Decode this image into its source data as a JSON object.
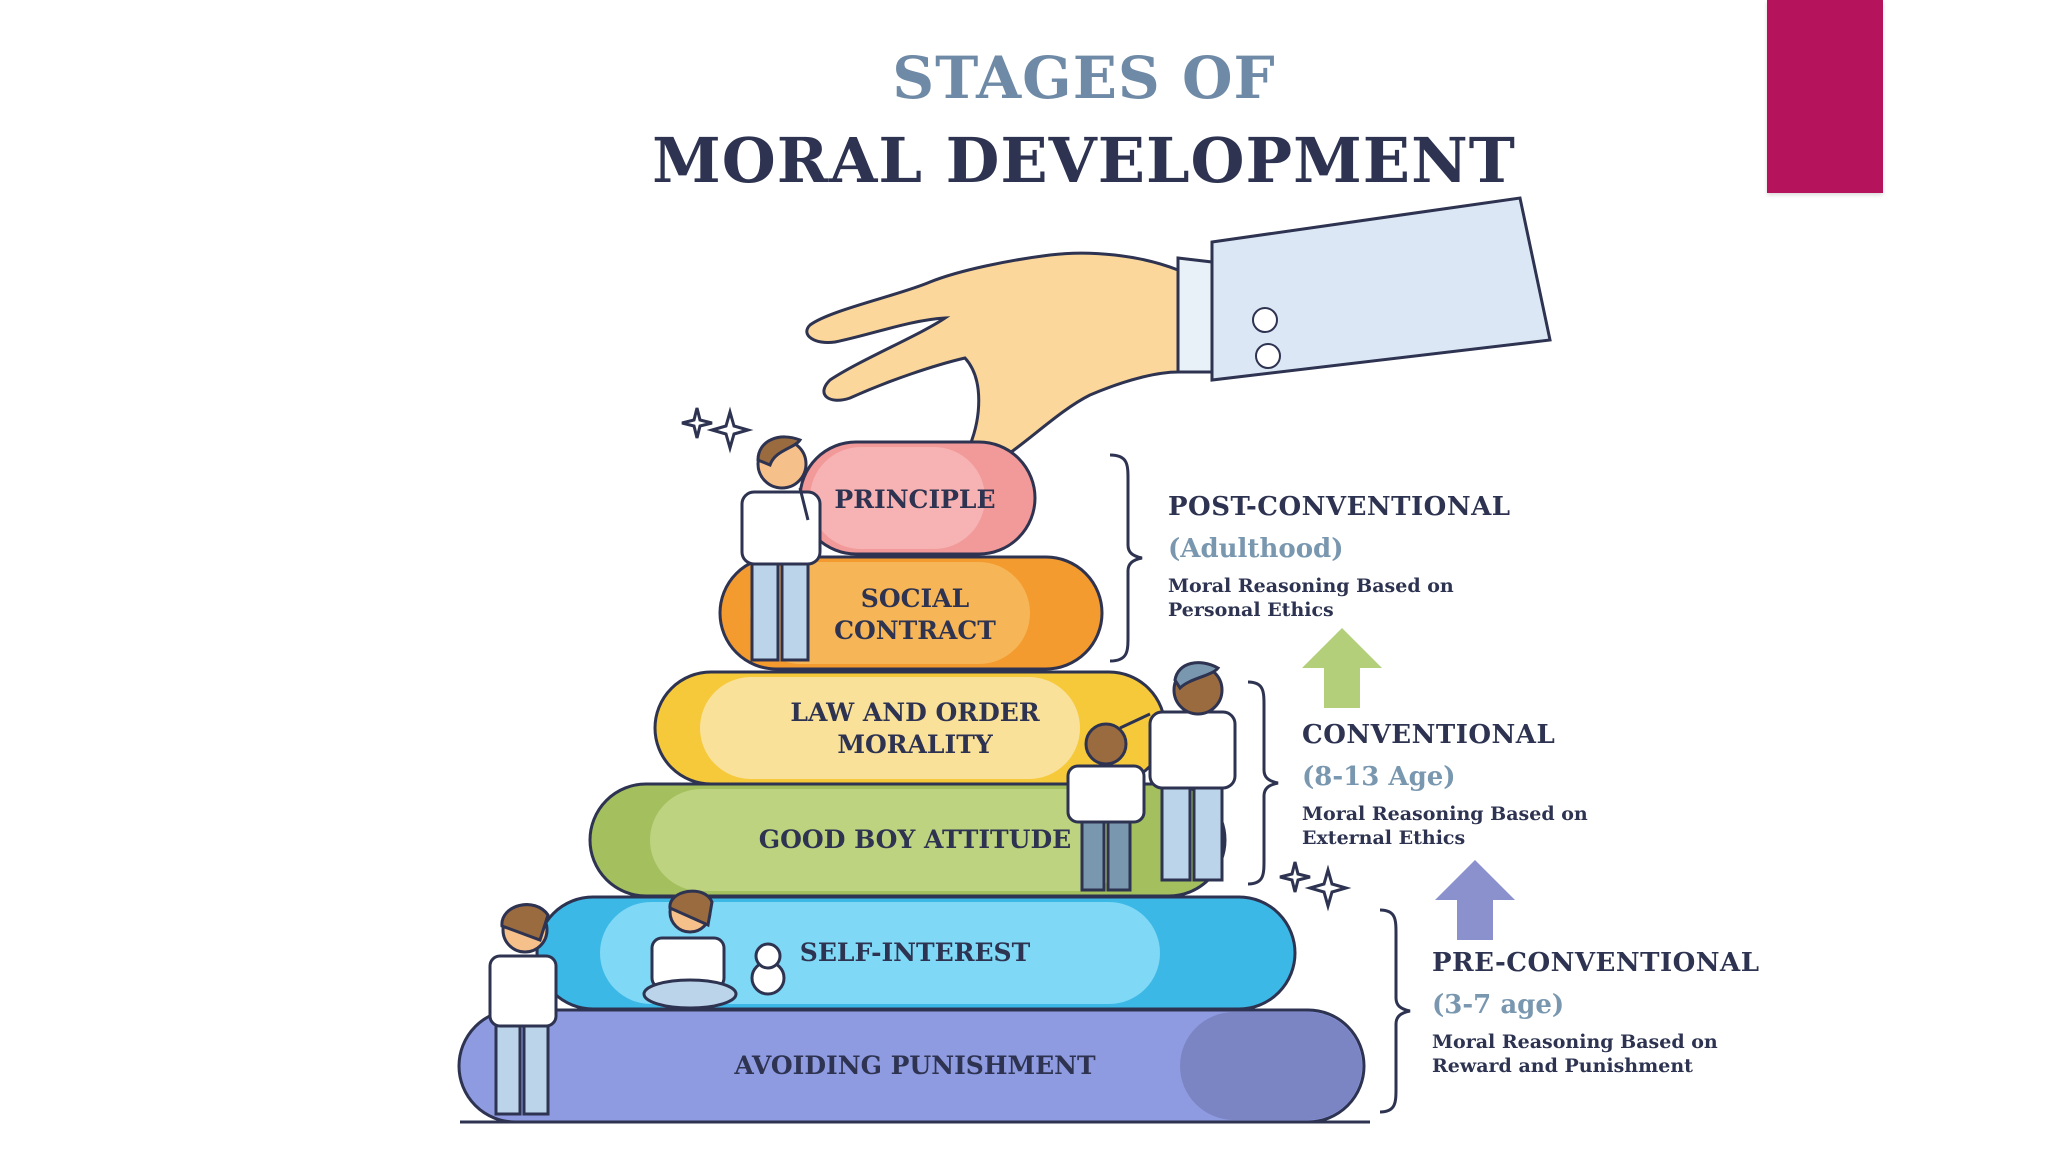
{
  "title": {
    "line1": "STAGES OF",
    "line2": "MORAL DEVELOPMENT"
  },
  "steps": [
    {
      "label": "PRINCIPLE",
      "color": "#f29a9a"
    },
    {
      "label": "SOCIAL CONTRACT",
      "color": "#f39b2f"
    },
    {
      "label": "LAW AND ORDER MORALITY",
      "color": "#f5c93a"
    },
    {
      "label": "GOOD BOY ATTITUDE",
      "color": "#a4bf5e"
    },
    {
      "label": "SELF-INTEREST",
      "color": "#3cb8e6"
    },
    {
      "label": "AVOIDING PUNISHMENT",
      "color": "#8f9be0"
    }
  ],
  "levels": [
    {
      "title": "POST-CONVENTIONAL",
      "age": "(Adulthood)",
      "desc": "Moral Reasoning Based on Personal Ethics"
    },
    {
      "title": "CONVENTIONAL",
      "age": "(8-13 Age)",
      "desc": "Moral Reasoning Based on External Ethics"
    },
    {
      "title": "PRE-CONVENTIONAL",
      "age": "(3-7 age)",
      "desc": "Moral Reasoning Based on Reward and Punishment"
    }
  ],
  "colors": {
    "accent_tab": "#b5135c",
    "arrow_green": "#b3cf7a",
    "arrow_purple": "#8a91cc",
    "outline": "#2d3350"
  }
}
